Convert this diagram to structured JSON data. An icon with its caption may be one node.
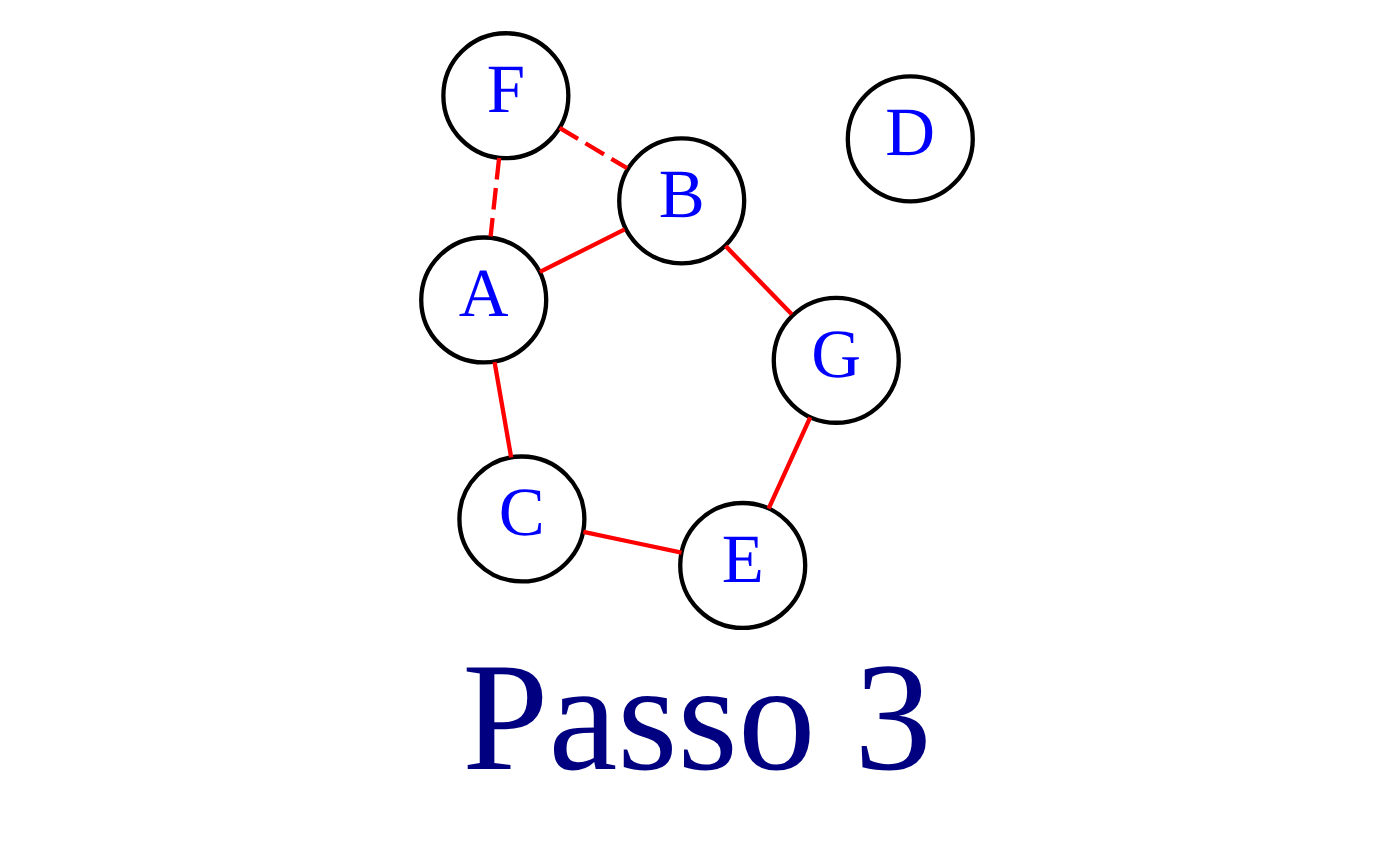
{
  "diagram": {
    "caption": "Passo 3",
    "nodes": [
      {
        "text": [
          "A"
        ]
      },
      {
        "text": [
          "F"
        ]
      },
      {
        "text": [
          "D"
        ]
      },
      {
        "text": [
          "C"
        ]
      },
      {
        "text": [
          "B"
        ]
      },
      {
        "text": [
          "E"
        ]
      },
      {
        "text": [
          "G"
        ]
      }
    ],
    "edges": [
      {
        "from": 1,
        "to": 0,
        "arrow": "none",
        "style": "dashed"
      },
      {
        "from": 1,
        "to": 4,
        "arrow": "none",
        "style": "dashed"
      },
      {
        "from": 0,
        "to": 4,
        "arrow": "none"
      },
      {
        "from": 0,
        "to": 3,
        "arrow": "none"
      },
      {
        "from": 3,
        "to": 5,
        "arrow": "none"
      },
      {
        "from": 4,
        "to": 6,
        "arrow": "none"
      },
      {
        "from": 6,
        "to": 5,
        "arrow": "none"
      }
    ]
  }
}
